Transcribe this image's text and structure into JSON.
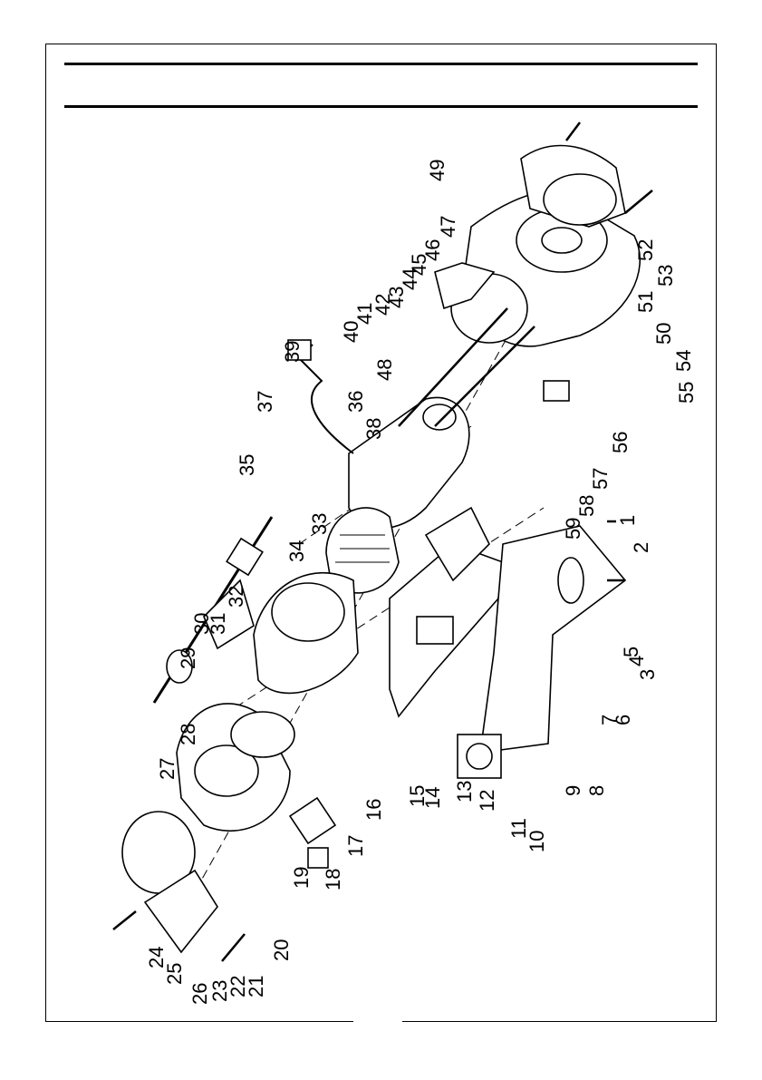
{
  "diagram": {
    "type": "exploded-parts-view",
    "parts": [
      {
        "number": "1"
      },
      {
        "number": "2"
      },
      {
        "number": "3"
      },
      {
        "number": "4"
      },
      {
        "number": "5"
      },
      {
        "number": "6"
      },
      {
        "number": "7"
      },
      {
        "number": "8"
      },
      {
        "number": "9"
      },
      {
        "number": "10"
      },
      {
        "number": "11"
      },
      {
        "number": "12"
      },
      {
        "number": "13"
      },
      {
        "number": "14"
      },
      {
        "number": "15"
      },
      {
        "number": "16"
      },
      {
        "number": "17"
      },
      {
        "number": "18"
      },
      {
        "number": "19"
      },
      {
        "number": "20"
      },
      {
        "number": "21"
      },
      {
        "number": "22"
      },
      {
        "number": "23"
      },
      {
        "number": "24"
      },
      {
        "number": "25"
      },
      {
        "number": "26"
      },
      {
        "number": "27"
      },
      {
        "number": "28"
      },
      {
        "number": "29"
      },
      {
        "number": "30"
      },
      {
        "number": "31"
      },
      {
        "number": "32"
      },
      {
        "number": "33"
      },
      {
        "number": "34"
      },
      {
        "number": "35"
      },
      {
        "number": "36"
      },
      {
        "number": "37"
      },
      {
        "number": "38"
      },
      {
        "number": "39"
      },
      {
        "number": "40"
      },
      {
        "number": "41"
      },
      {
        "number": "42"
      },
      {
        "number": "43"
      },
      {
        "number": "44"
      },
      {
        "number": "45"
      },
      {
        "number": "46"
      },
      {
        "number": "47"
      },
      {
        "number": "48"
      },
      {
        "number": "49"
      },
      {
        "number": "50"
      },
      {
        "number": "51"
      },
      {
        "number": "52"
      },
      {
        "number": "53"
      },
      {
        "number": "54"
      },
      {
        "number": "55"
      },
      {
        "number": "56"
      },
      {
        "number": "57"
      },
      {
        "number": "58"
      },
      {
        "number": "59"
      }
    ]
  }
}
